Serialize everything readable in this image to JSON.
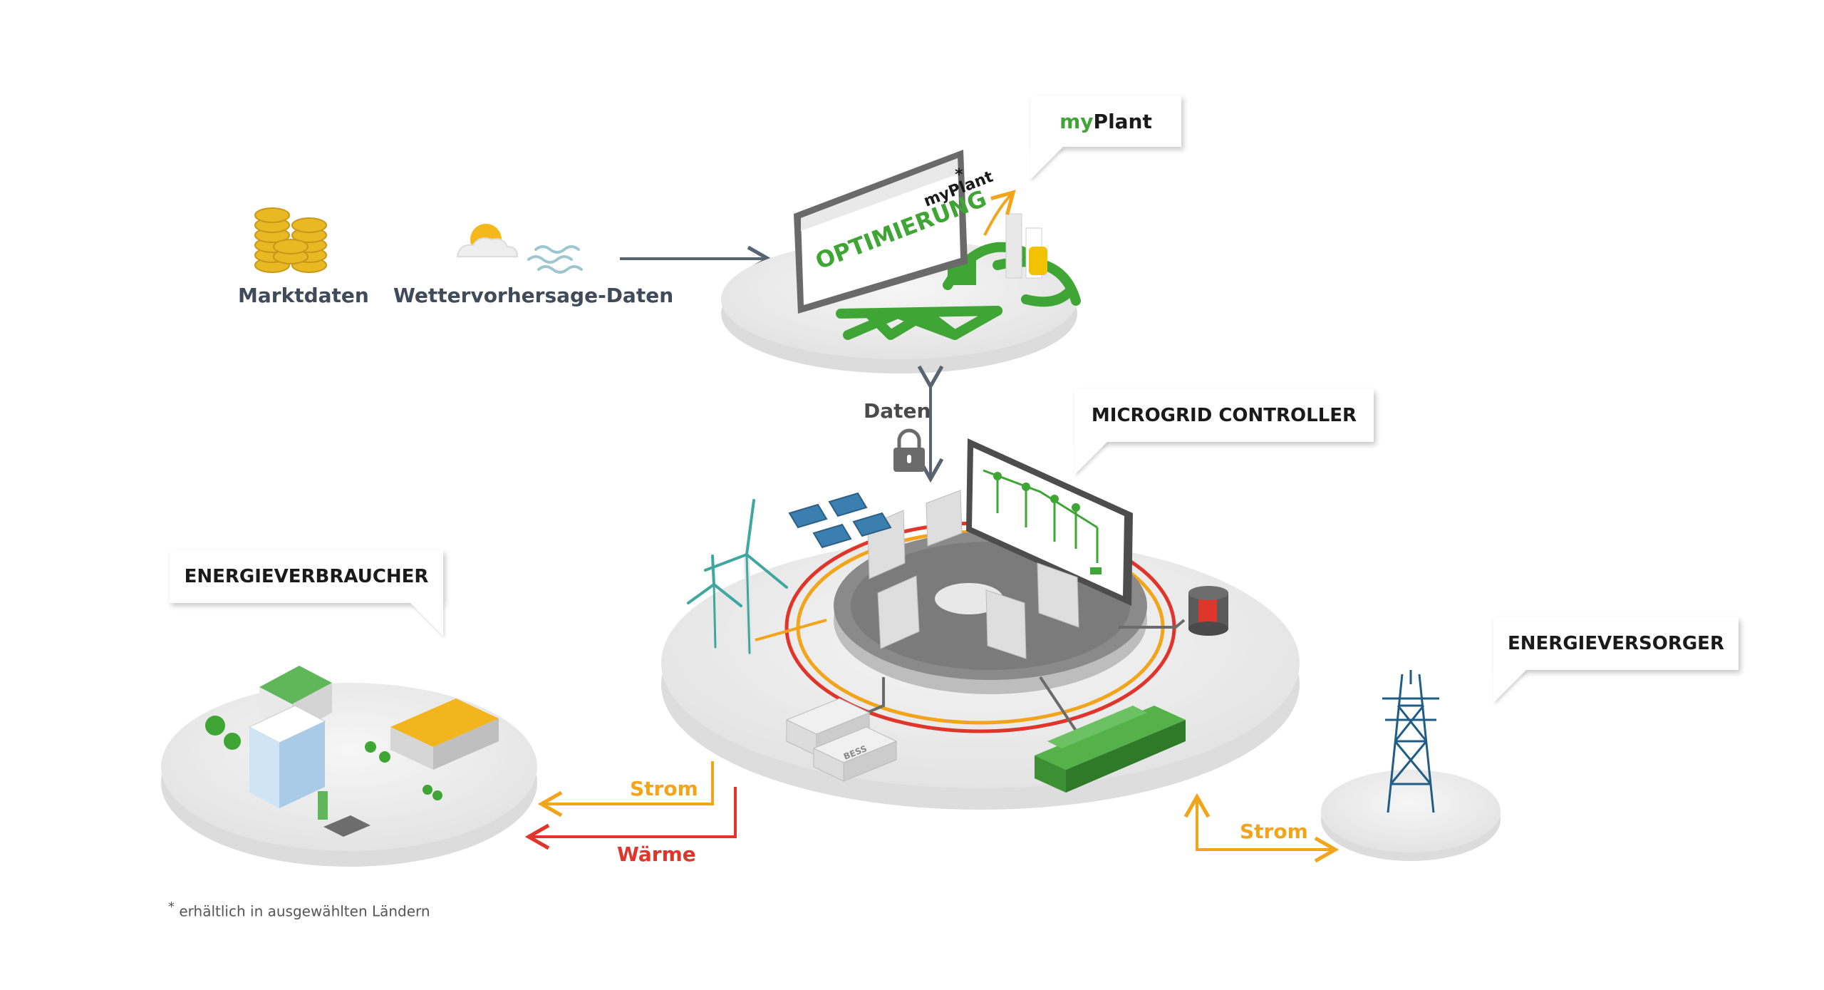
{
  "inputs": {
    "market_label": "Marktdaten",
    "weather_label": "Wettervorhersage-Daten"
  },
  "myplant": {
    "callout_prefix": "my",
    "callout_suffix": "Plant",
    "screen_logo": "myPlant",
    "screen_star": "*",
    "screen_title": "OPTIMIERUNG"
  },
  "microgrid": {
    "callout": "MICROGRID CONTROLLER",
    "data_link_label": "Daten",
    "battery_label": "BESS"
  },
  "consumers": {
    "callout": "ENERGIEVERBRAUCHER"
  },
  "supplier": {
    "callout": "ENERGIEVERSORGER"
  },
  "flows": {
    "to_consumer_power": "Strom",
    "to_consumer_heat": "Wärme",
    "to_supplier_power": "Strom"
  },
  "footnote": {
    "mark": "*",
    "text": "erhältlich in ausgewählten Ländern"
  },
  "colors": {
    "brand_green": "#3fa535",
    "power_orange": "#f2a51a",
    "heat_red": "#e0352b",
    "arrow_grey": "#5a6470",
    "platform_grey": "#e8e8e8"
  }
}
